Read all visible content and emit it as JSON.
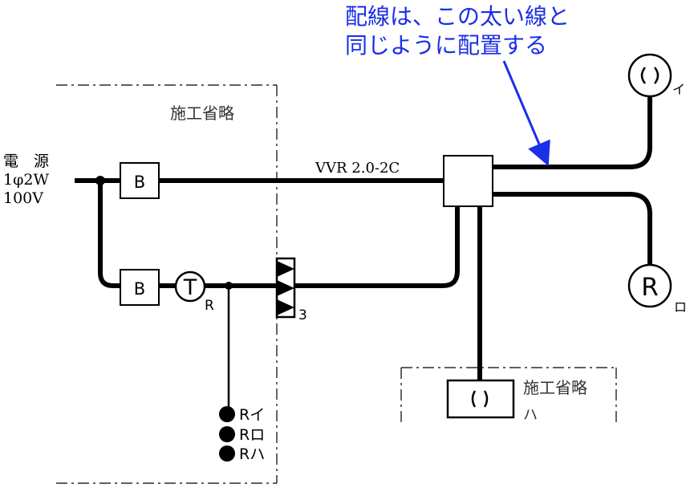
{
  "note": {
    "line1": "配線は、この太い線と",
    "line2": "同じように配置する",
    "color": "#1a2fe6"
  },
  "source": {
    "label1": "電　源",
    "label2": "1φ2W",
    "label3": "100V"
  },
  "omission": {
    "main": "施工省略",
    "lower": "施工省略"
  },
  "cable": {
    "label": "VVR 2.0-2C"
  },
  "breakers": [
    {
      "label": "B"
    },
    {
      "label": "B"
    }
  ],
  "timer": {
    "letter": "T",
    "subscript": "R"
  },
  "relay_unit": {
    "count": "3"
  },
  "remote_switches": [
    {
      "label": "Rイ"
    },
    {
      "label": "Rロ"
    },
    {
      "label": "Rハ"
    }
  ],
  "lamps": {
    "i_label": "イ",
    "ro_letter": "R",
    "ro_label": "ロ",
    "ha_label": "ハ"
  }
}
